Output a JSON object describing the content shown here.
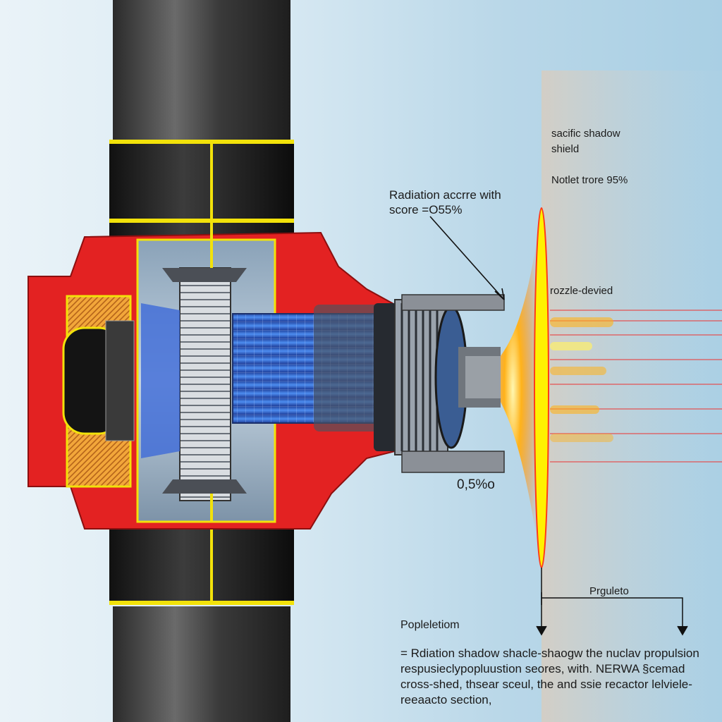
{
  "labels": {
    "shadow_shield_1": "sacific shadow",
    "shadow_shield_2": "shield",
    "nozzle_score": "Notlet trore 95%",
    "radiation_score_1": "Radiation accrre with",
    "radiation_score_2": "score =O55%",
    "nozzle_devied": "rozzle-devied",
    "percent_small": "0,5%o",
    "prguleto": "Prguleto",
    "popleletiom": "Popleletiom"
  },
  "caption": {
    "line1": "= Rdiation shadow shacle-shaogw the nuclav propulsion",
    "line2": "respusieclypopluustion seores, with. NERWA §cemad",
    "line3": "cross-shed, thsear sceul, the and ssie recactor lelviele-",
    "line4": "reeaacto section,"
  },
  "colors": {
    "pipe": "#2a2a2a",
    "shield_red": "#e32222",
    "outline_yellow": "#f2e20a",
    "core_blue": "#3d7be0",
    "plume_yellow": "#fff100",
    "plume_orange": "#ff8a1a"
  },
  "icons": [
    "pipe-structure",
    "shadow-shield",
    "reactor-core",
    "nozzle",
    "exhaust-plume",
    "dimension-bracket"
  ]
}
